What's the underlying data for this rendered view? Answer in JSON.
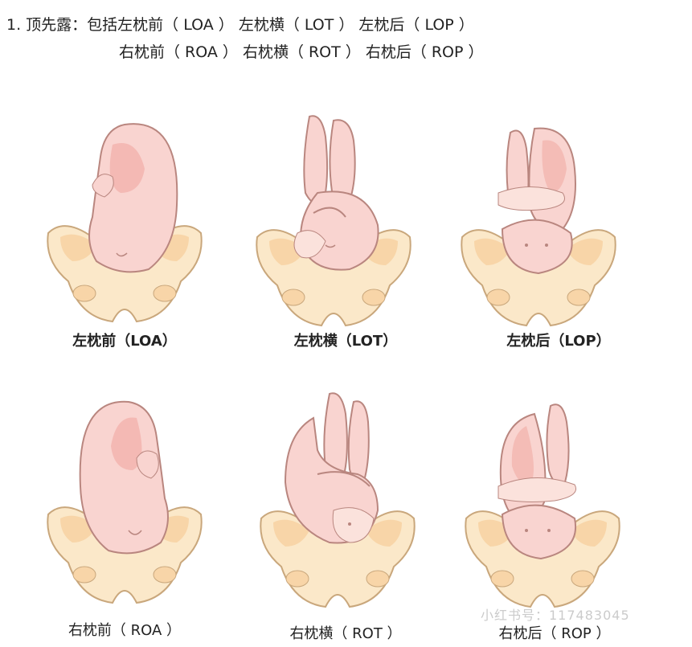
{
  "heading": {
    "line1": "1. 顶先露：包括左枕前（ LOA ） 左枕横（ LOT ） 左枕后（ LOP ）",
    "line2": "右枕前（ ROA ） 右枕横（ ROT ） 右枕后（ ROP ）"
  },
  "panels": [
    {
      "label": "左枕前（LOA）"
    },
    {
      "label": "左枕横（LOT）"
    },
    {
      "label": "左枕后（LOP）"
    },
    {
      "label": "右枕前（ ROA ）"
    },
    {
      "label": "右枕横（ ROT ）"
    },
    {
      "label": "右枕后（ ROP ）"
    }
  ],
  "watermark": "小红书号：117483045",
  "colors": {
    "pelvis_fill": "#fbe8c9",
    "pelvis_stroke": "#c9a77c",
    "wing_fill": "#f8d5a8",
    "fetus_fill": "#f9d4d0",
    "fetus_shade": "#f0a39c",
    "fetus_stroke": "#b9867f"
  }
}
